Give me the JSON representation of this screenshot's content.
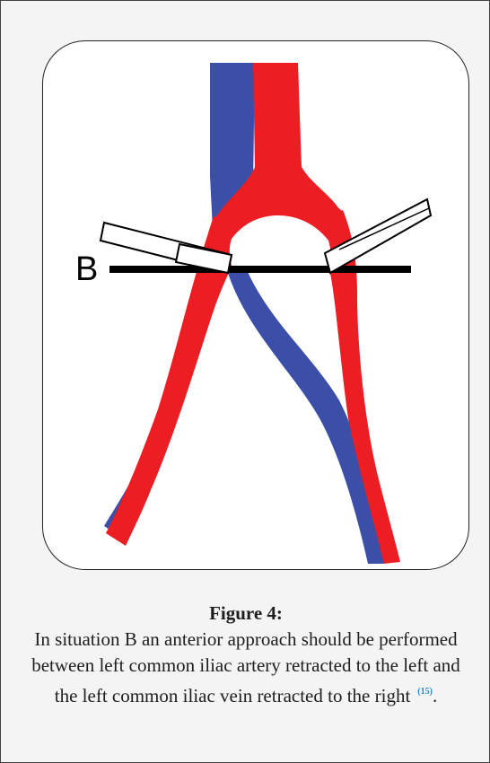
{
  "figure": {
    "label_b": "B",
    "colors": {
      "artery": "#ec1e24",
      "vein": "#3b4fa8",
      "retractor_fill": "#ffffff",
      "line": "#000000",
      "panel_bg": "#f4f4f4"
    }
  },
  "caption": {
    "title": "Figure 4:",
    "body": "In situation B an anterior approach should be performed between left common iliac artery retracted to the left and the left common iliac vein retracted to the right",
    "reference": "(15)",
    "trailing": "."
  }
}
